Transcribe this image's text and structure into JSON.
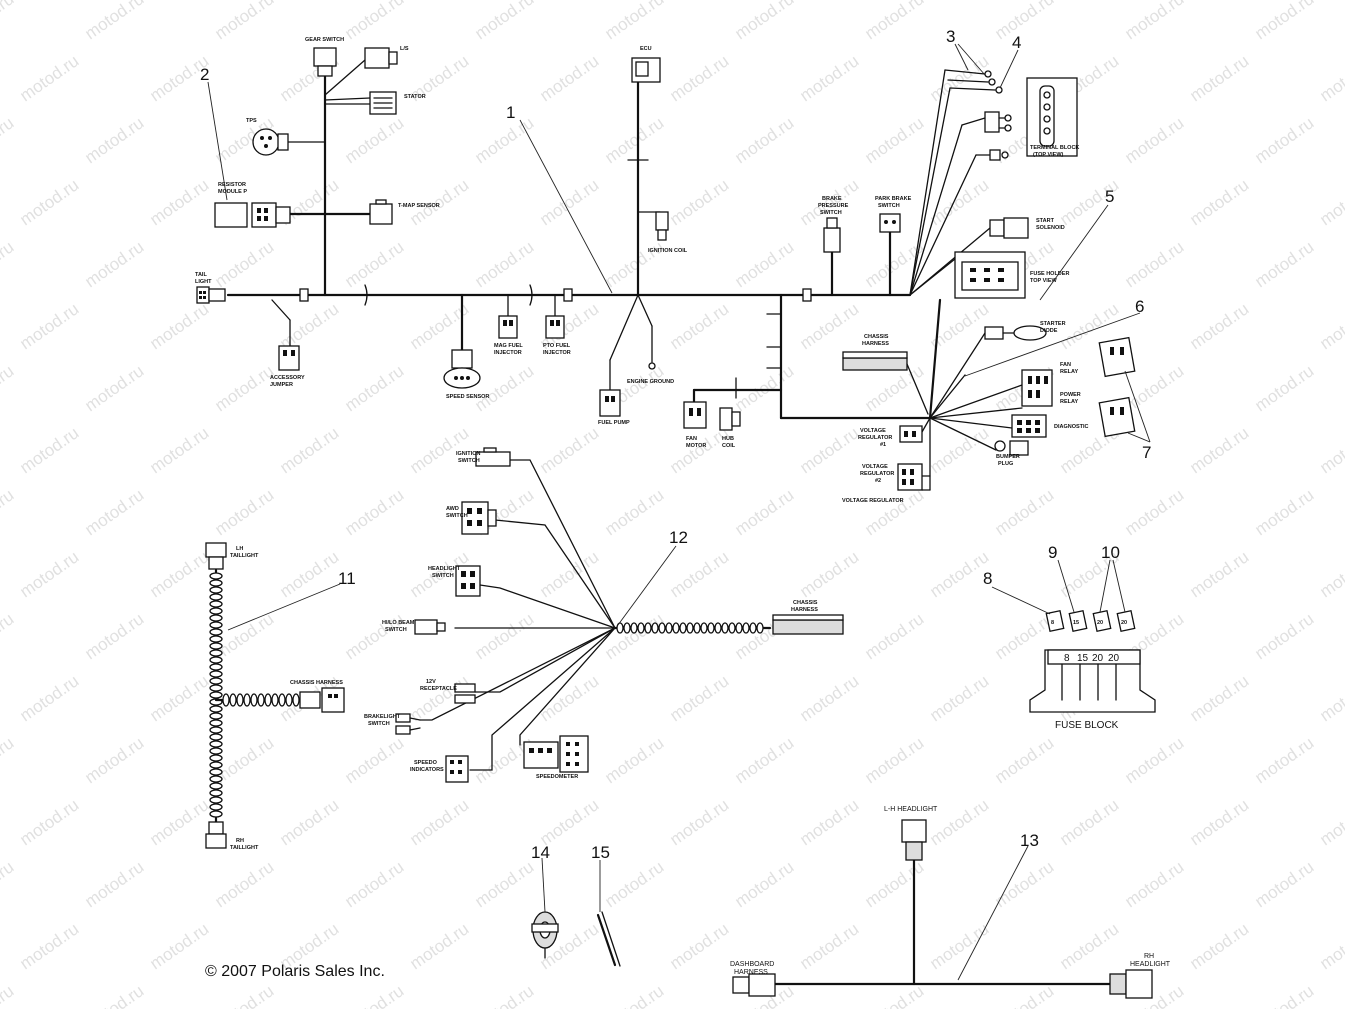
{
  "callouts": {
    "c1": "1",
    "c2": "2",
    "c3": "3",
    "c4": "4",
    "c5": "5",
    "c6": "6",
    "c7": "7",
    "c8": "8",
    "c9": "9",
    "c10": "10",
    "c11": "11",
    "c12": "12",
    "c13": "13",
    "c14": "14",
    "c15": "15"
  },
  "main_harness": {
    "tail_light": [
      "TAIL",
      "LIGHT"
    ],
    "gear_switch": "GEAR SWITCH",
    "l_s": "L/S",
    "stator": "STATOR",
    "tps": "TPS",
    "resistor_module": [
      "RESISTOR",
      "MODULE P"
    ],
    "tmap_sensor": "T-MAP SENSOR",
    "accessory_jumper": [
      "ACCESSORY",
      "JUMPER"
    ],
    "mag_fuel_injector": [
      "MAG FUEL",
      "INJECTOR"
    ],
    "pto_fuel_injector": [
      "PTO FUEL",
      "INJECTOR"
    ],
    "ecu": "ECU",
    "ignition_coil": "IGNITION COIL",
    "engine_ground": "ENGINE GROUND",
    "fuel_pump": "FUEL PUMP",
    "fan_motor": [
      "FAN",
      "MOTOR"
    ],
    "hub_coil": [
      "HUB",
      "COIL"
    ],
    "brake_pressure_switch": [
      "BRAKE",
      "PRESSURE",
      "SWITCH"
    ],
    "park_brake_switch": [
      "PARK BRAKE",
      "SWITCH"
    ],
    "terminal_block": [
      "TERMINAL BLOCK",
      "(TOP VIEW)"
    ],
    "start_solenoid": [
      "START",
      "SOLENOID"
    ],
    "fuse_holder": [
      "FUSE HOLDER",
      "TOP VIEW"
    ],
    "starter_diode": [
      "STARTER",
      "DIODE"
    ],
    "chassis_harness": [
      "CHASSIS",
      "HARNESS"
    ],
    "fan_relay": [
      "FAN",
      "RELAY"
    ],
    "power_relay": [
      "POWER",
      "RELAY"
    ],
    "diagnostic": "DIAGNOSTIC",
    "voltage_regulator_1": [
      "VOLTAGE",
      "REGULATOR",
      "#1"
    ],
    "voltage_regulator_2": [
      "VOLTAGE",
      "REGULATOR",
      "#2"
    ],
    "voltage_regulator": "VOLTAGE REGULATOR",
    "speed_sensor": "SPEED SENSOR",
    "bumper_plug": [
      "BUMPER",
      "PLUG"
    ]
  },
  "chassis_harness": {
    "ignition_switch": [
      "IGNITION",
      "SWITCH"
    ],
    "awd_switch": [
      "AWD",
      "SWITCH"
    ],
    "headlight_switch": [
      "HEADLIGHT",
      "SWITCH"
    ],
    "high_beam_switch": [
      "HI/LO BEAM",
      "SWITCH"
    ],
    "dc_receptacle": [
      "12V",
      "RECEPTACLE"
    ],
    "brakelight_switch": [
      "BRAKELIGHT",
      "SWITCH"
    ],
    "speedometer_ind": [
      "SPEEDO",
      "INDICATORS"
    ],
    "speedometer": "SPEEDOMETER",
    "chassis_harness": [
      "CHASSIS",
      "HARNESS"
    ]
  },
  "tail_harness": {
    "lh_taillight": [
      "LH",
      "TAILLIGHT"
    ],
    "rh_taillight": [
      "RH",
      "TAILLIGHT"
    ],
    "chassis_harness": "CHASSIS HARNESS"
  },
  "fuse_block": {
    "label": "FUSE BLOCK",
    "ratings": [
      "8",
      "15",
      "20",
      "20"
    ],
    "fuse_8": "8",
    "fuse_9": "15",
    "fuse_10a": "20",
    "fuse_10b": "20"
  },
  "headlight_harness": {
    "lh_headlight": "L-H HEADLIGHT",
    "rh_headlight": [
      "RH",
      "HEADLIGHT"
    ],
    "dashboard_harness": [
      "DASHBOARD",
      "HARNESS"
    ]
  },
  "copyright": "© 2007 Polaris Sales Inc.",
  "watermark": "motod.ru"
}
